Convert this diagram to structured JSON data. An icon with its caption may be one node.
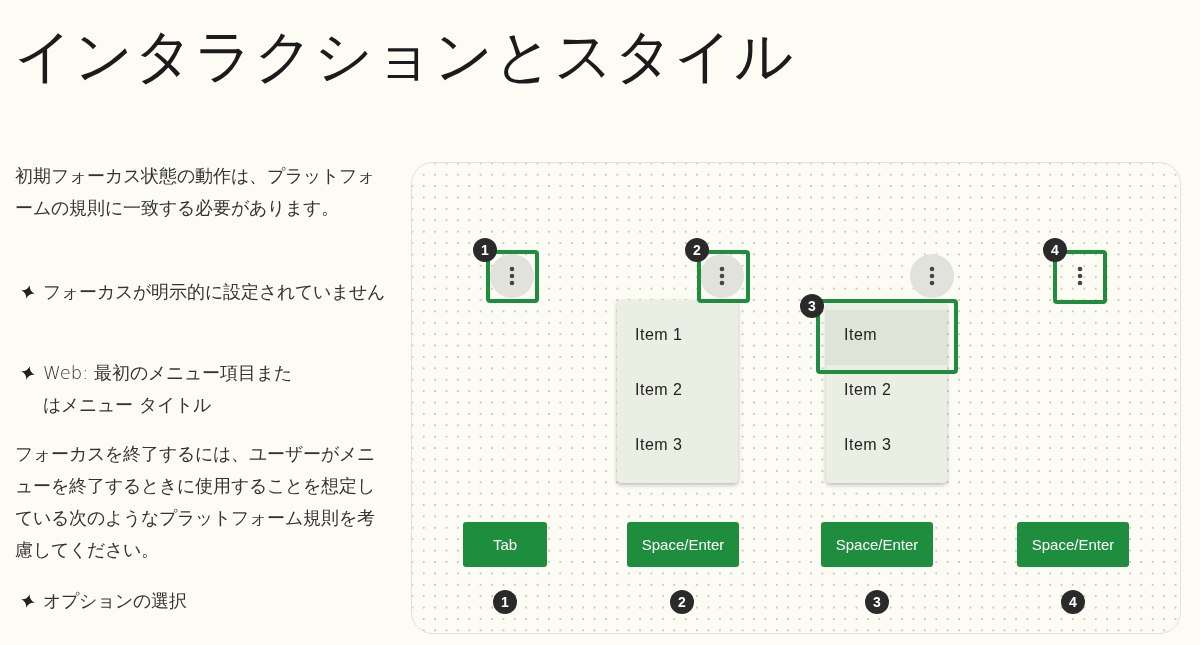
{
  "diagram": {
    "title": "インタラクションとスタイル",
    "nodes": [
      {
        "text": [
          "Item 1",
          "Item 2",
          "Item 3"
        ]
      },
      {
        "text": [
          "Item 2",
          "Item 3"
        ]
      },
      {
        "text": [
          "Item"
        ],
        "in": 1
      },
      {
        "text": [
          "Tab"
        ]
      },
      {
        "text": [
          "Space/Enter"
        ]
      },
      {
        "text": [
          "Space/Enter"
        ]
      },
      {
        "text": [
          "Space/Enter"
        ]
      }
    ],
    "labels": [
      "初期フォーカス状態の動作は、プラットフォームの規則に一致する必要があります。",
      "フォーカスが明示的に設定されていません",
      "Web: 最初のメニュー項目またはメニュー タイトル",
      "フォーカスを終了するには、ユーザーがメニューを終了するときに使用することを想定している次のようなプラットフォーム規則を考慮してください。",
      "オプションの選択",
      "1",
      "2",
      "3",
      "4",
      "1",
      "2",
      "3",
      "4"
    ]
  }
}
